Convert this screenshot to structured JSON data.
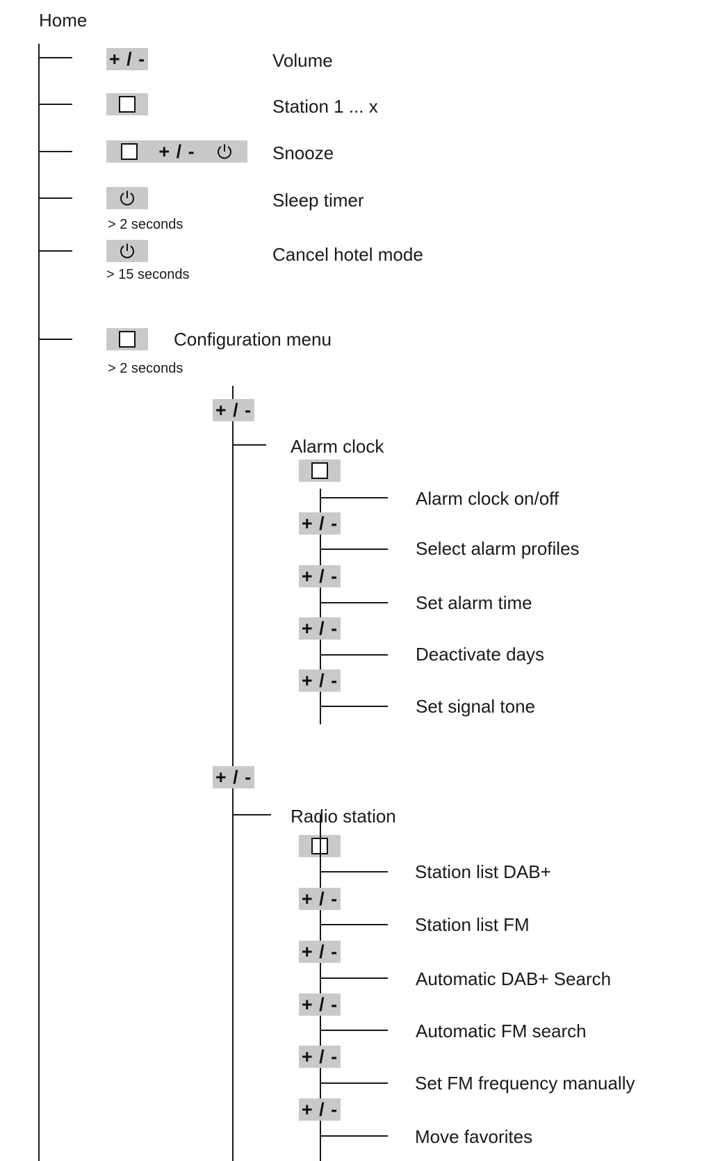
{
  "title": "Home",
  "glyphs": {
    "plus_minus": "+ / -"
  },
  "icons": {
    "select_key": "square-key-icon",
    "power_key": "power-icon"
  },
  "colors": {
    "key_background": "#c9c9c9",
    "line": "#1a1a1a"
  },
  "home_items": [
    {
      "keys": [
        "plus_minus"
      ],
      "label": "Volume"
    },
    {
      "keys": [
        "square"
      ],
      "label": "Station 1 ... x"
    },
    {
      "keys": [
        "square",
        "plus_minus",
        "power"
      ],
      "label": "Snooze"
    },
    {
      "keys": [
        "power"
      ],
      "note": "> 2 seconds",
      "label": "Sleep timer"
    },
    {
      "keys": [
        "power"
      ],
      "note": "> 15 seconds",
      "label": "Cancel hotel mode"
    }
  ],
  "configuration": {
    "label": "Configuration menu",
    "note": "> 2 seconds",
    "submenus": [
      {
        "label": "Alarm clock",
        "items": [
          "Alarm clock on/off",
          "Select alarm profiles",
          "Set alarm time",
          "Deactivate days",
          "Set signal tone"
        ]
      },
      {
        "label": "Radio station",
        "items": [
          "Station list DAB+",
          "Station list FM",
          "Automatic DAB+ Search",
          "Automatic FM search",
          "Set FM frequency manually",
          "Move favorites"
        ]
      }
    ]
  }
}
